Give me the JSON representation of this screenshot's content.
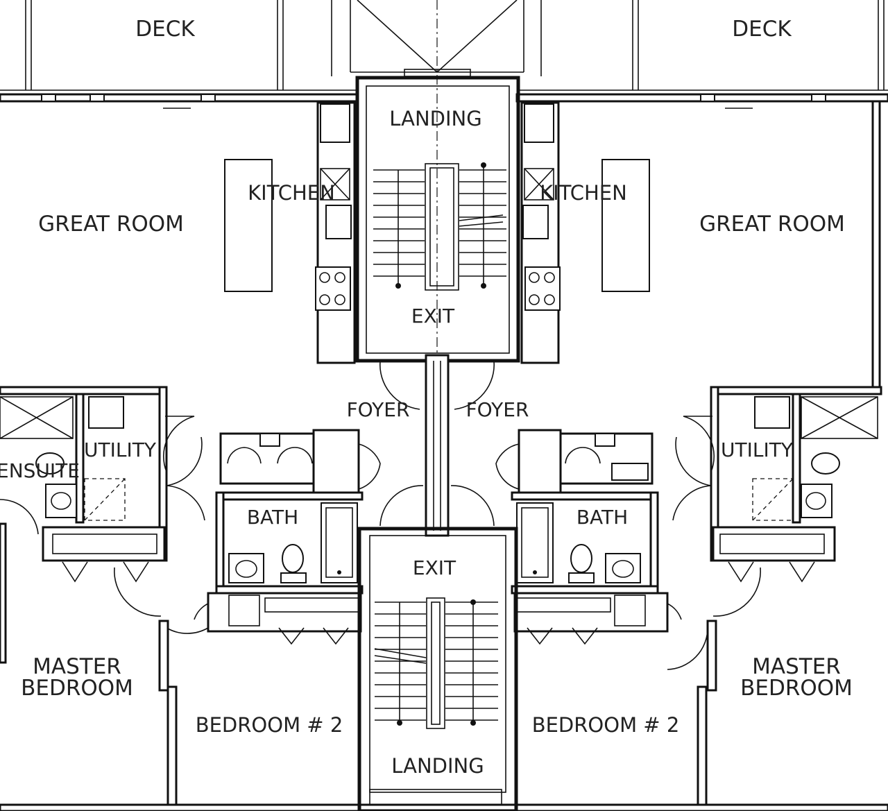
{
  "rooms": {
    "deck_left": "DECK",
    "deck_right": "DECK",
    "landing_top": "LANDING",
    "kitchen_left": "KITCHEN",
    "kitchen_right": "KITCHEN",
    "great_room_left": "GREAT ROOM",
    "great_room_right": "GREAT ROOM",
    "exit_top": "EXIT",
    "foyer_left": "FOYER",
    "foyer_right": "FOYER",
    "utility_left": "UTILITY",
    "utility_right": "UTILITY",
    "ensuite_left": "ENSUITE",
    "bath_left": "BATH",
    "bath_right": "BATH",
    "exit_bottom": "EXIT",
    "master_left_line1": "MASTER",
    "master_left_line2": "BEDROOM",
    "master_right_line1": "MASTER",
    "master_right_line2": "BEDROOM",
    "bedroom2_left": "BEDROOM # 2",
    "bedroom2_right": "BEDROOM # 2",
    "landing_bottom": "LANDING"
  }
}
